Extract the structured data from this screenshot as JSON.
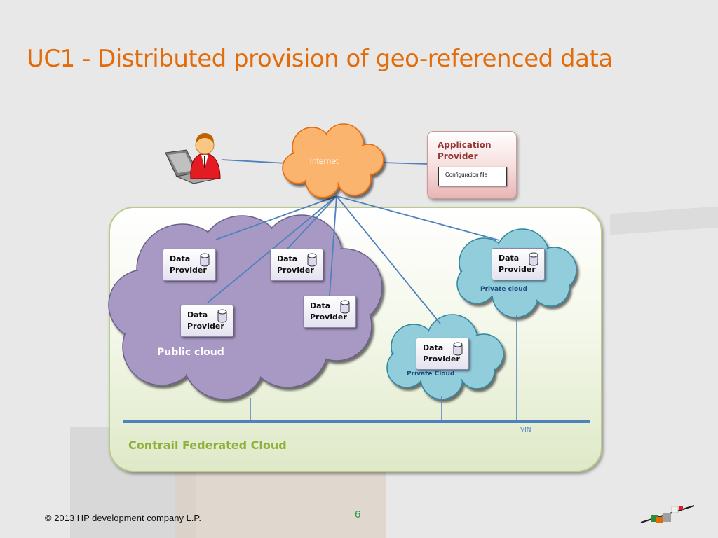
{
  "slide": {
    "title": "UC1 - Distributed provision of geo-referenced data",
    "footer": "© 2013 HP development company L.P.",
    "page_number": "6"
  },
  "diagram": {
    "internet_label": "Internet",
    "application_provider": {
      "label": "Application\nProvider",
      "config_file_label": "Configuration file"
    },
    "public_cloud": {
      "label": "Public cloud",
      "providers": [
        "Data\nProvider",
        "Data\nProvider",
        "Data\nProvider",
        "Data\nProvider"
      ]
    },
    "private_cloud_top": {
      "label": "Private cloud",
      "provider": "Data\nProvider"
    },
    "private_cloud_bottom": {
      "label": "Private Cloud",
      "provider": "Data\nProvider"
    },
    "vin_label": "VIN",
    "federated_cloud_label": "Contrail Federated Cloud"
  },
  "colors": {
    "title": "#e36c0a",
    "public_cloud": "#a899c4",
    "private_cloud": "#92cddc",
    "internet_cloud": "#fcb470",
    "connection_line": "#4f81bd",
    "federated_label": "#8db23a",
    "application_provider_text": "#943634"
  },
  "icons": [
    "user-laptop-icon",
    "database-icon",
    "cloud-icon",
    "hp-logo-icon"
  ]
}
